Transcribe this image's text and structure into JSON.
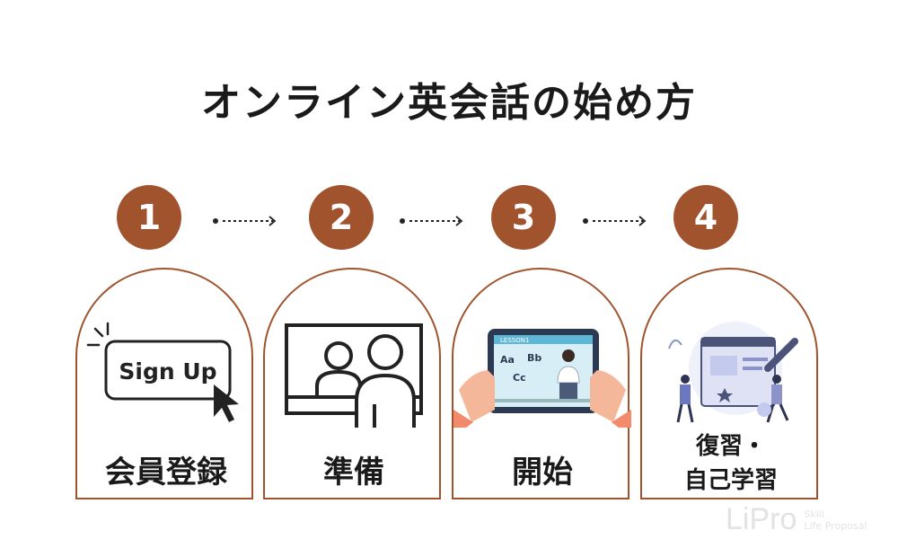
{
  "title": "オンライン英会話の始め方",
  "steps": [
    {
      "number": "1",
      "label": "会員登録",
      "illustration_text": "Sign Up",
      "icon": "signup-button-icon"
    },
    {
      "number": "2",
      "label": "準備",
      "icon": "video-call-monitor-icon"
    },
    {
      "number": "3",
      "label": "開始",
      "icon": "tablet-lesson-icon",
      "tablet_text": {
        "header": "LESSON1",
        "aa": "Aa",
        "bb": "Bb",
        "cc": "Cc"
      }
    },
    {
      "number": "4",
      "label_line1": "復習・",
      "label_line2": "自己学習",
      "icon": "self-study-icon"
    }
  ],
  "watermark": {
    "main": "LiPro",
    "sub1": "Skill",
    "sub2": "Life Proposal"
  },
  "colors": {
    "accent": "#a0532d",
    "text": "#1a1a1a"
  }
}
